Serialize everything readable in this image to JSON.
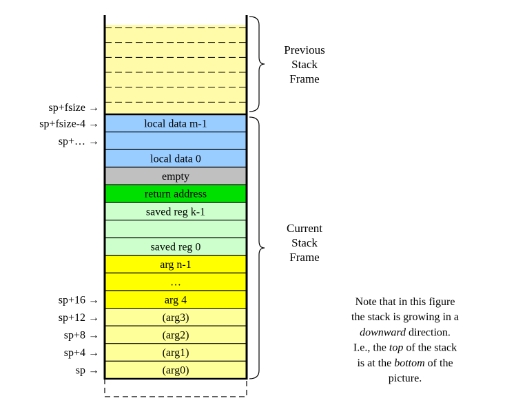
{
  "colors": {
    "previous_frame": "#fffba8",
    "local_data": "#99ccff",
    "empty": "#c0c0c0",
    "return_address": "#00e000",
    "saved_reg": "#ccffcc",
    "arg_outgoing": "#ffff00",
    "arg_reg": "#ffff99"
  },
  "previous_frame": {
    "label_lines": [
      "Previous",
      "Stack",
      "Frame"
    ],
    "slot_count": 6
  },
  "current_frame": {
    "label_lines": [
      "Current",
      "Stack",
      "Frame"
    ]
  },
  "pointer_labels": [
    {
      "text": "sp+fsize →",
      "row": "top"
    },
    {
      "text": "sp+fsize-4 →",
      "row": 0
    },
    {
      "text": "sp+… →",
      "row": 1
    },
    {
      "text": "sp+16 →",
      "row": 10
    },
    {
      "text": "sp+12 →",
      "row": 11
    },
    {
      "text": "sp+8 →",
      "row": 12
    },
    {
      "text": "sp+4 →",
      "row": 13
    },
    {
      "text": "sp →",
      "row": 14
    }
  ],
  "rows": [
    {
      "label": "local data m-1",
      "kind": "local_data"
    },
    {
      "label": "",
      "kind": "local_data"
    },
    {
      "label": "local data 0",
      "kind": "local_data"
    },
    {
      "label": "empty",
      "kind": "empty"
    },
    {
      "label": "return address",
      "kind": "return_address"
    },
    {
      "label": "saved reg k-1",
      "kind": "saved_reg"
    },
    {
      "label": "",
      "kind": "saved_reg"
    },
    {
      "label": "saved reg 0",
      "kind": "saved_reg"
    },
    {
      "label": "arg n-1",
      "kind": "arg_outgoing"
    },
    {
      "label": "…",
      "kind": "arg_outgoing"
    },
    {
      "label": "arg 4",
      "kind": "arg_outgoing"
    },
    {
      "label": "(arg3)",
      "kind": "arg_reg"
    },
    {
      "label": "(arg2)",
      "kind": "arg_reg"
    },
    {
      "label": "(arg1)",
      "kind": "arg_reg"
    },
    {
      "label": "(arg0)",
      "kind": "arg_reg"
    }
  ],
  "note": {
    "lines": [
      [
        {
          "t": "Note that in this figure"
        }
      ],
      [
        {
          "t": "the stack is growing in a"
        }
      ],
      [
        {
          "t": "downward",
          "i": true
        },
        {
          "t": " direction."
        }
      ],
      [
        {
          "t": "I.e., the "
        },
        {
          "t": "top",
          "i": true
        },
        {
          "t": " of the stack"
        }
      ],
      [
        {
          "t": "is at the "
        },
        {
          "t": "bottom",
          "i": true
        },
        {
          "t": " of the"
        }
      ],
      [
        {
          "t": "picture."
        }
      ]
    ]
  }
}
